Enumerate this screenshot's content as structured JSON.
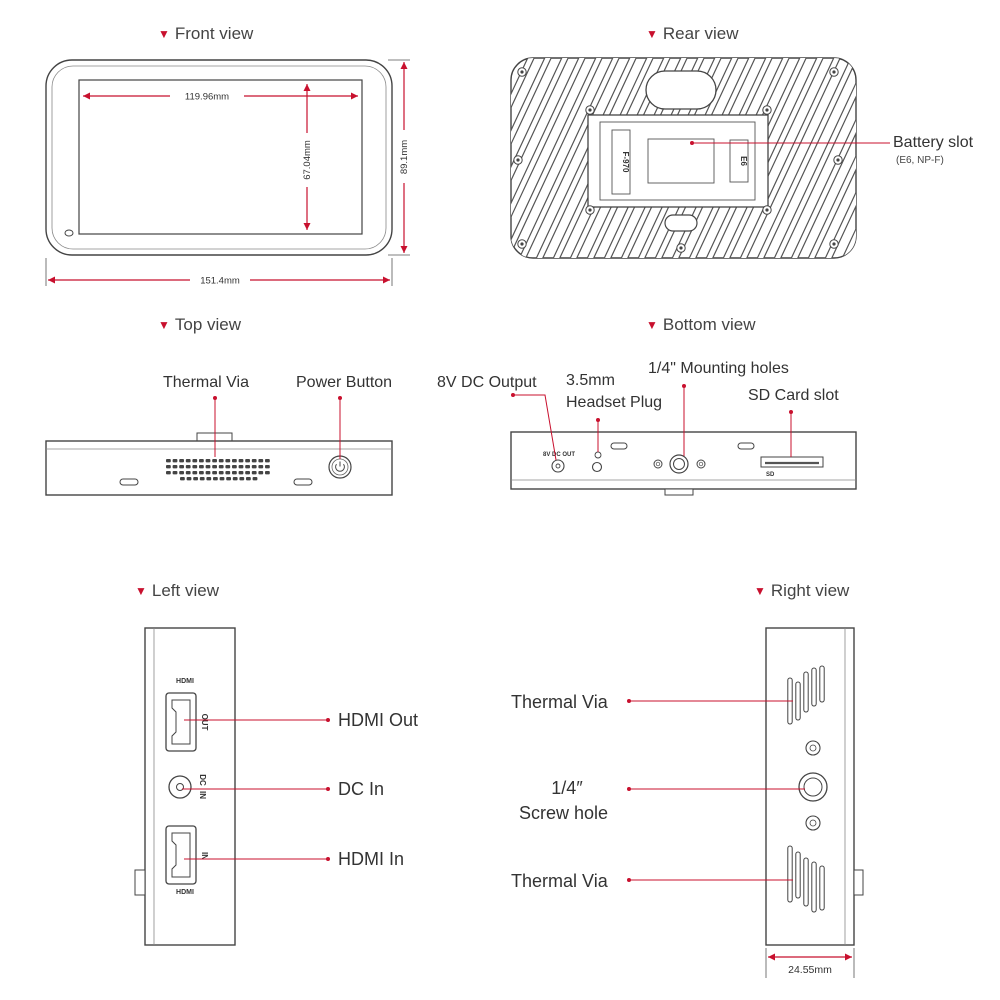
{
  "views": {
    "front": "Front view",
    "rear": "Rear view",
    "top": "Top view",
    "bottom": "Bottom view",
    "left": "Left view",
    "right": "Right view"
  },
  "dimensions": {
    "screen_width": "119.96mm",
    "screen_height": "67.04mm",
    "body_height": "89.1mm",
    "body_width": "151.4mm",
    "depth": "24.55mm"
  },
  "rear": {
    "battery_slot": "Battery slot",
    "battery_types": "(E6, NP-F)",
    "plate_left_marking": "F-970",
    "plate_right_marking": "E6"
  },
  "top": {
    "thermal_via": "Thermal Via",
    "power_button": "Power Button"
  },
  "bottom": {
    "dc_output": "8V DC Output",
    "headset_plug_line1": "3.5mm",
    "headset_plug_line2": "Headset Plug",
    "mounting_holes": "1/4\" Mounting holes",
    "sd_card_slot": "SD Card slot",
    "dc_out_marking": "8V DC OUT",
    "sd_marking": "SD"
  },
  "left": {
    "hdmi_out": "HDMI Out",
    "dc_in": "DC In",
    "hdmi_in": "HDMI In",
    "hdmi_marking": "HDMI",
    "out_marking": "OUT",
    "dc_marking": "DC",
    "in_marking": "IN"
  },
  "right": {
    "thermal_via_top": "Thermal Via",
    "screw_hole_line1": "1/4″",
    "screw_hole_line2": "Screw hole",
    "thermal_via_bottom": "Thermal Via"
  },
  "colors": {
    "accent": "#c8102e",
    "outline": "#444444"
  }
}
